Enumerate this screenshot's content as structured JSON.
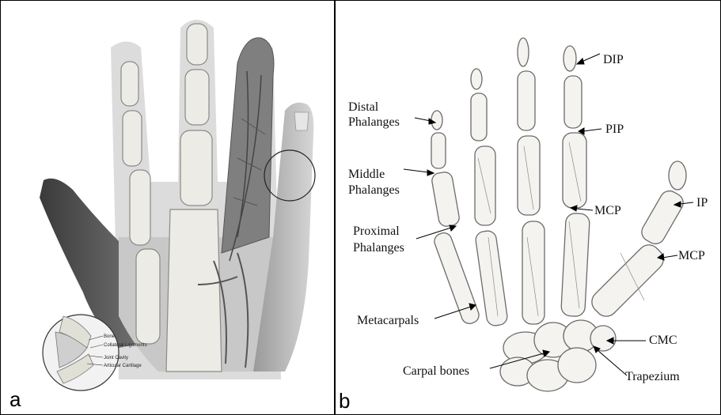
{
  "panel_a": {
    "letter": "a",
    "inset_labels": [
      "Bone",
      "Collateral Ligaments",
      "Joint Cavity",
      "Articular Cartilage"
    ]
  },
  "panel_b": {
    "letter": "b",
    "labels": {
      "dip": "DIP",
      "distal_1": "Distal",
      "distal_2": "Phalanges",
      "pip": "PIP",
      "middle_1": "Middle",
      "middle_2": "Phalanges",
      "ip": "IP",
      "mcp_middle": "MCP",
      "proximal_1": "Proximal",
      "proximal_2": "Phalanges",
      "mcp_thumb": "MCP",
      "metacarpals": "Metacarpals",
      "cmc": "CMC",
      "carpal": "Carpal bones",
      "trapezium": "Trapezium"
    }
  },
  "colors": {
    "border": "#000000",
    "bone": "#ecebe6",
    "bone_shade": "#8a8a86",
    "skin_dark": "#4a4a4a",
    "skin_light": "#b9b9b9",
    "bg_glow": "#dcdcdc"
  }
}
